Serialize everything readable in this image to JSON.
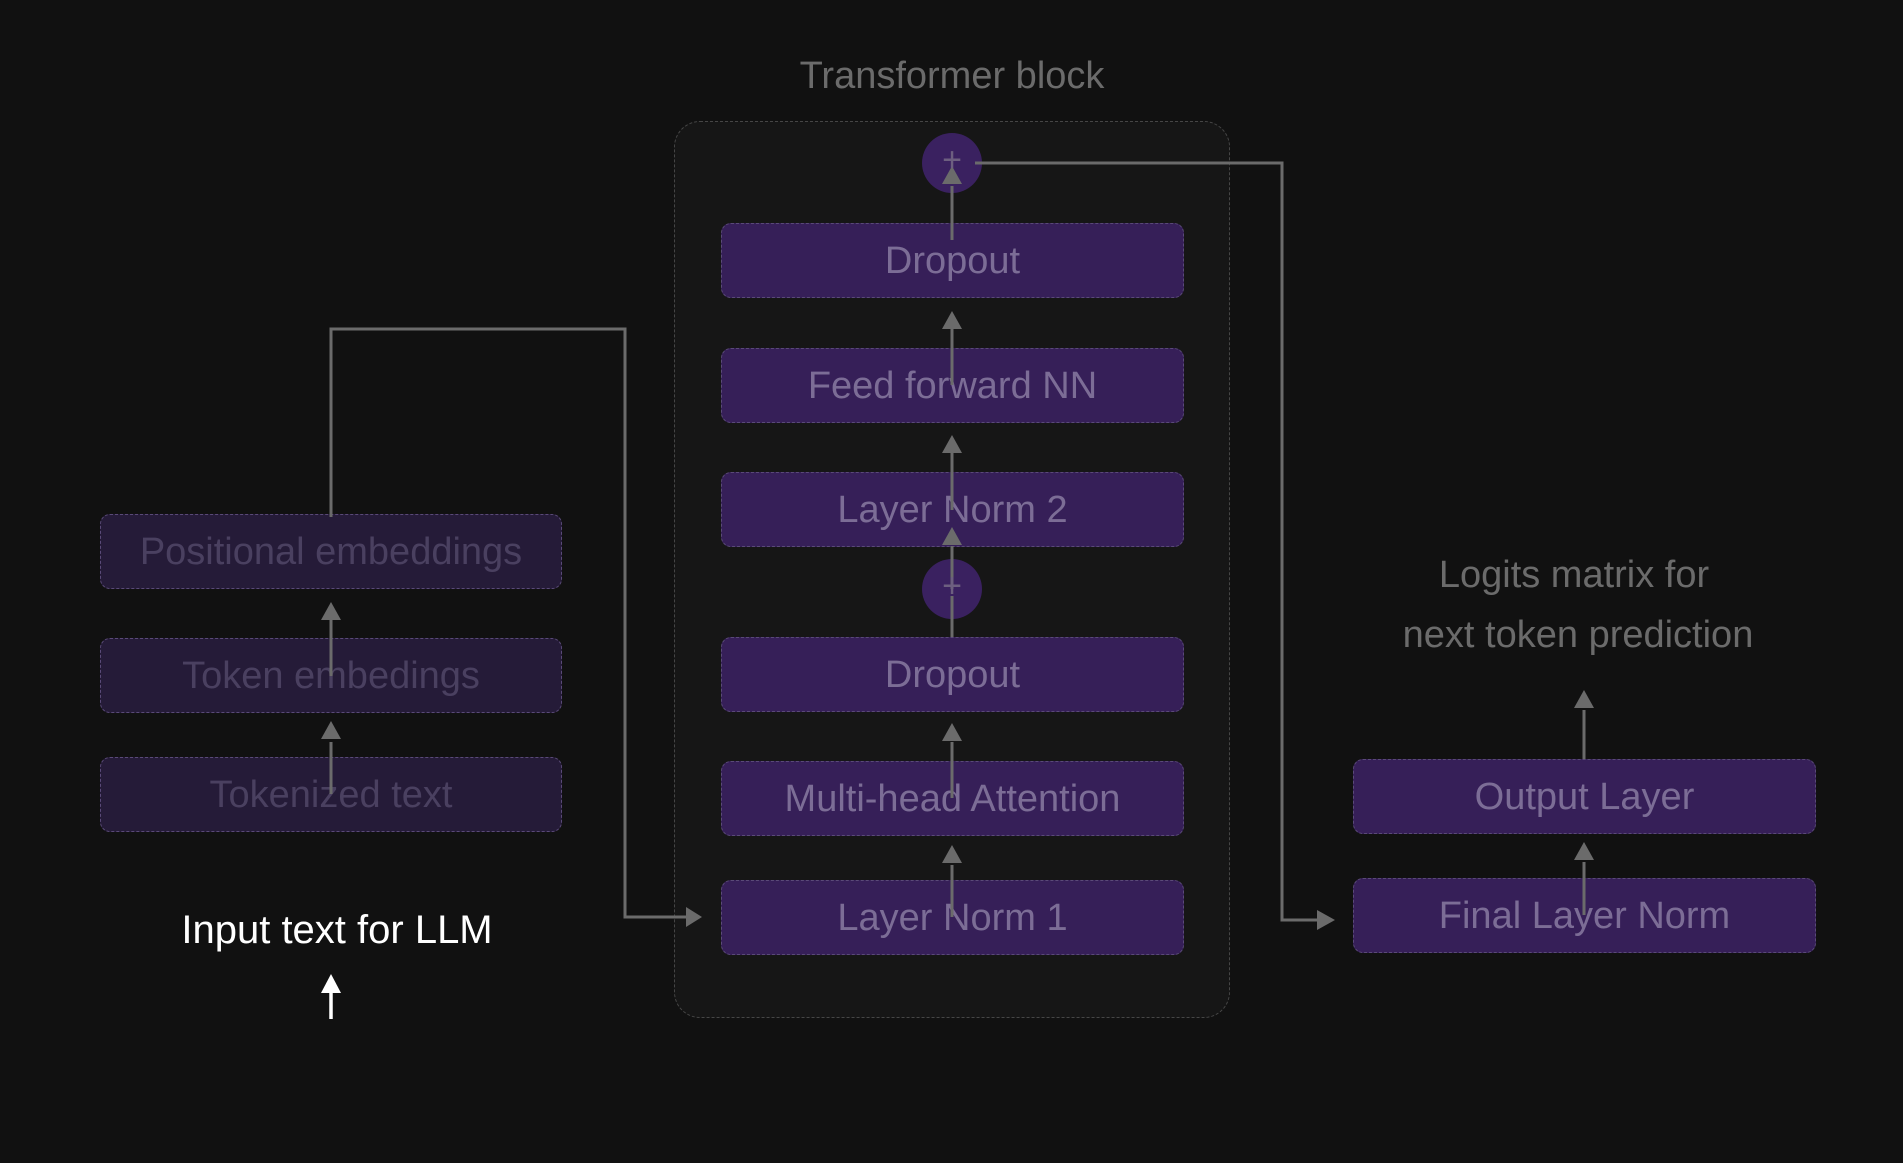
{
  "input_label": "Input text for LLM",
  "embedding_stack": {
    "tokenized": "Tokenized text",
    "token_embeddings": "Token embedings",
    "positional_embeddings": "Positional embeddings"
  },
  "transformer": {
    "title": "Transformer block",
    "layer_norm_1": "Layer Norm 1",
    "attention": "Multi-head Attention",
    "dropout_1": "Dropout",
    "residual_add_1": "+",
    "layer_norm_2": "Layer Norm 2",
    "feed_forward": "Feed forward NN",
    "dropout_2": "Dropout",
    "residual_add_2": "+"
  },
  "output_stack": {
    "final_norm": "Final Layer Norm",
    "output_layer": "Output Layer",
    "logits_line1": "Logits matrix for",
    "logits_line2": "next token prediction"
  },
  "colors": {
    "background": "#111111",
    "box_fill_main": "#361f58",
    "box_fill_dim": "#251b38",
    "arrow": "#6b6b6b",
    "title_text": "#6b6b6b",
    "highlight_text": "#ffffff"
  }
}
